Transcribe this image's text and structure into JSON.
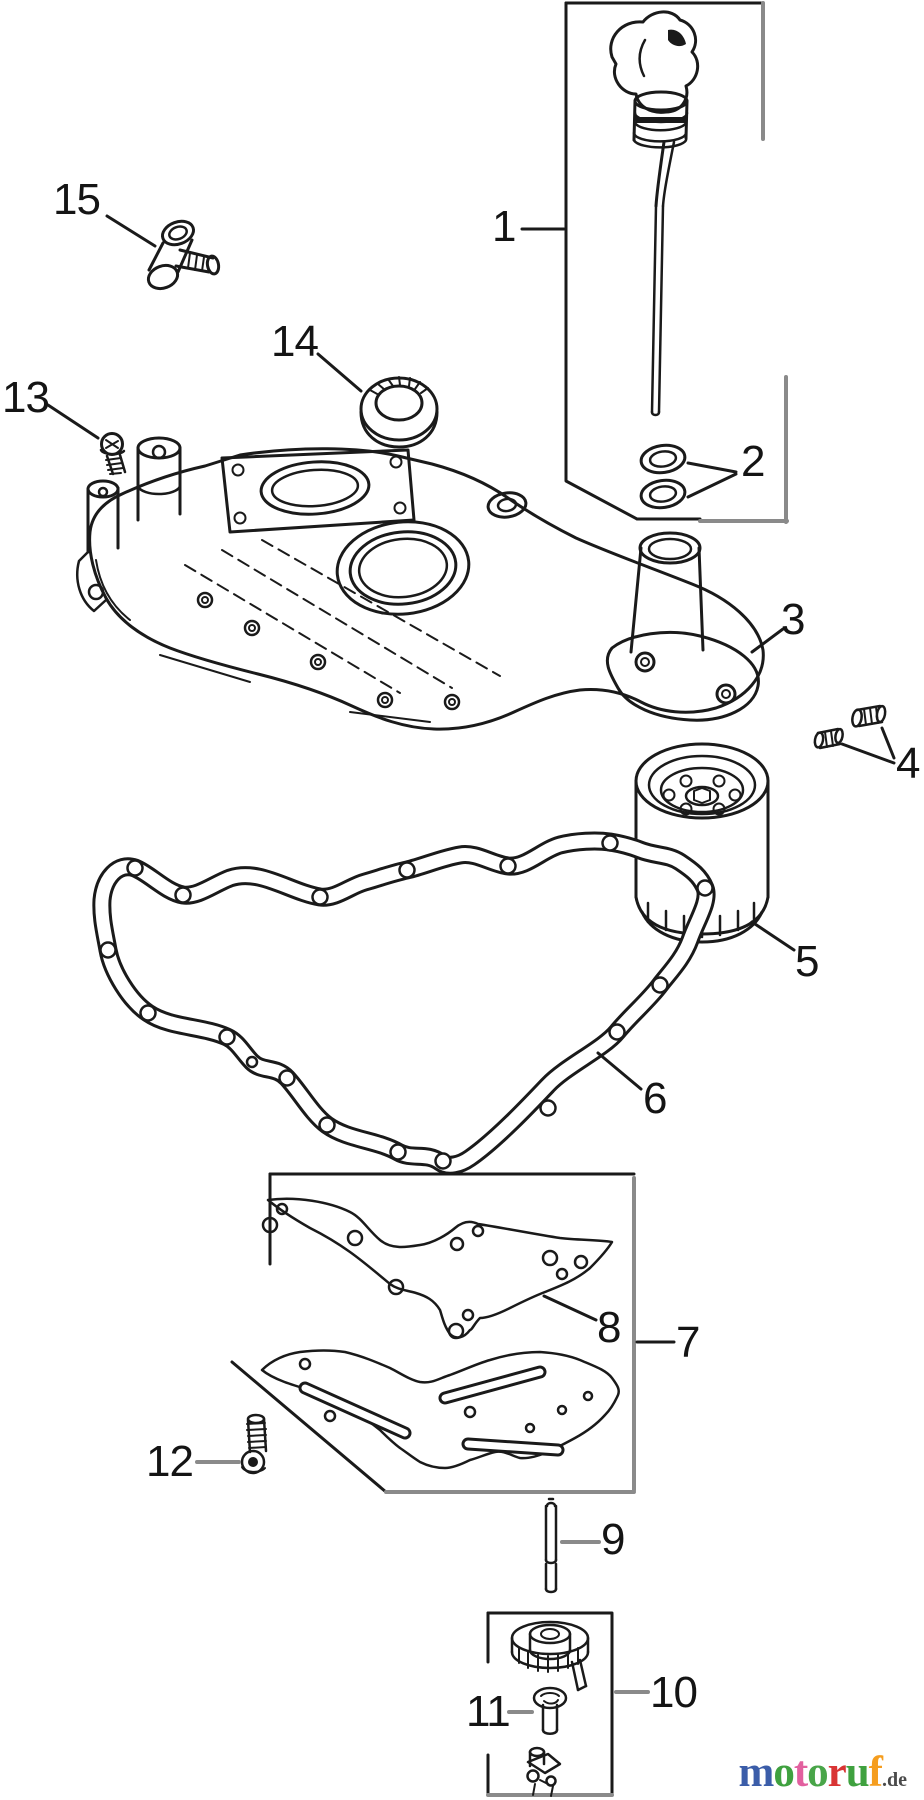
{
  "diagram": {
    "title": "engine oil pan exploded parts diagram",
    "callouts": [
      "1",
      "2",
      "3",
      "4",
      "5",
      "6",
      "7",
      "8",
      "9",
      "10",
      "11",
      "12",
      "13",
      "14",
      "15"
    ]
  },
  "colors": {
    "line": "#1a1a1a",
    "frame_gray": "#8a8a8a"
  },
  "logo": {
    "letters": [
      {
        "char": "m",
        "color": "#3b5da9"
      },
      {
        "char": "o",
        "color": "#3fa13f"
      },
      {
        "char": "t",
        "color": "#e2609f"
      },
      {
        "char": "o",
        "color": "#49a549"
      },
      {
        "char": "r",
        "color": "#d93434"
      },
      {
        "char": "u",
        "color": "#3fa13f"
      },
      {
        "char": "f",
        "color": "#f59d1e"
      }
    ],
    "tld": {
      "text": ".de",
      "color": "#4a4a4a"
    }
  }
}
